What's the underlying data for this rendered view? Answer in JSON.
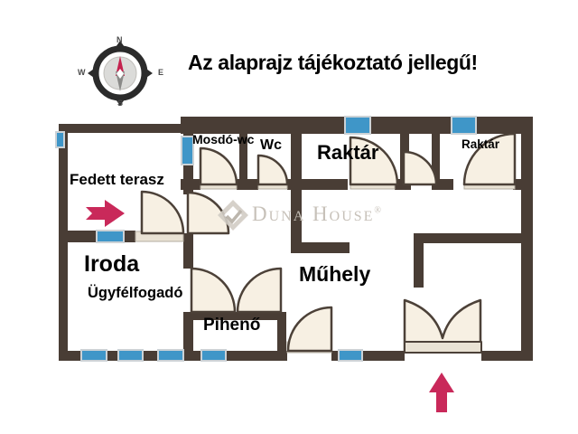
{
  "header": {
    "title": "Az alaprajz tájékoztató jellegű!"
  },
  "compass": {
    "n": "N",
    "e": "E",
    "s": "S",
    "w": "W"
  },
  "watermark": {
    "brand": "Duna House",
    "reg": "®"
  },
  "rooms": {
    "fedett_terasz": "Fedett terasz",
    "mosdo_wc": "Mosdó-wc",
    "wc": "Wc",
    "raktar_nagy": "Raktár",
    "raktar_kis": "Raktár",
    "iroda": "Iroda",
    "ugyfelfogado": "Ügyfélfogadó",
    "muhely": "Műhely",
    "piheno": "Pihenő"
  },
  "colors": {
    "wall": "#493d35",
    "window": "#3f96c8",
    "window_frame": "#ccd2d6",
    "door_fill": "#f7f0e3",
    "door_stroke": "#4c4138",
    "threshold": "#e9e2d4",
    "arrow": "#c9295a",
    "watermark_text": "#c7c1b9",
    "compass_ring": "#2b2b2b",
    "compass_needle_north": "#c4224f",
    "compass_needle_south": "#8a8a88"
  }
}
